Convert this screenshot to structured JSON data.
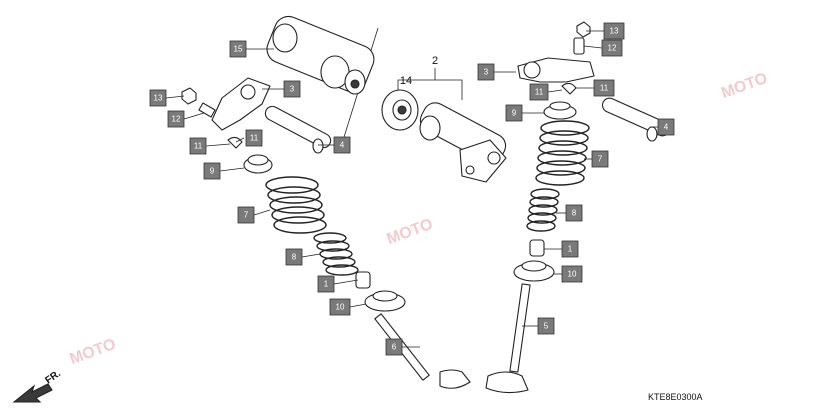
{
  "diagram": {
    "code": "KTE8E0300A",
    "front_indicator": "FR.",
    "group_label": "2",
    "sub_label": "14",
    "callouts": [
      "15",
      "3",
      "13",
      "12",
      "11",
      "4",
      "9",
      "7",
      "8",
      "1",
      "10",
      "6",
      "13",
      "12",
      "3",
      "11",
      "11",
      "9",
      "4",
      "7",
      "8",
      "1",
      "10",
      "5"
    ],
    "watermark": "MOTO"
  },
  "colors": {
    "callout_fill": "#7a7a7a",
    "callout_text": "#ffffff",
    "line": "#222222"
  }
}
